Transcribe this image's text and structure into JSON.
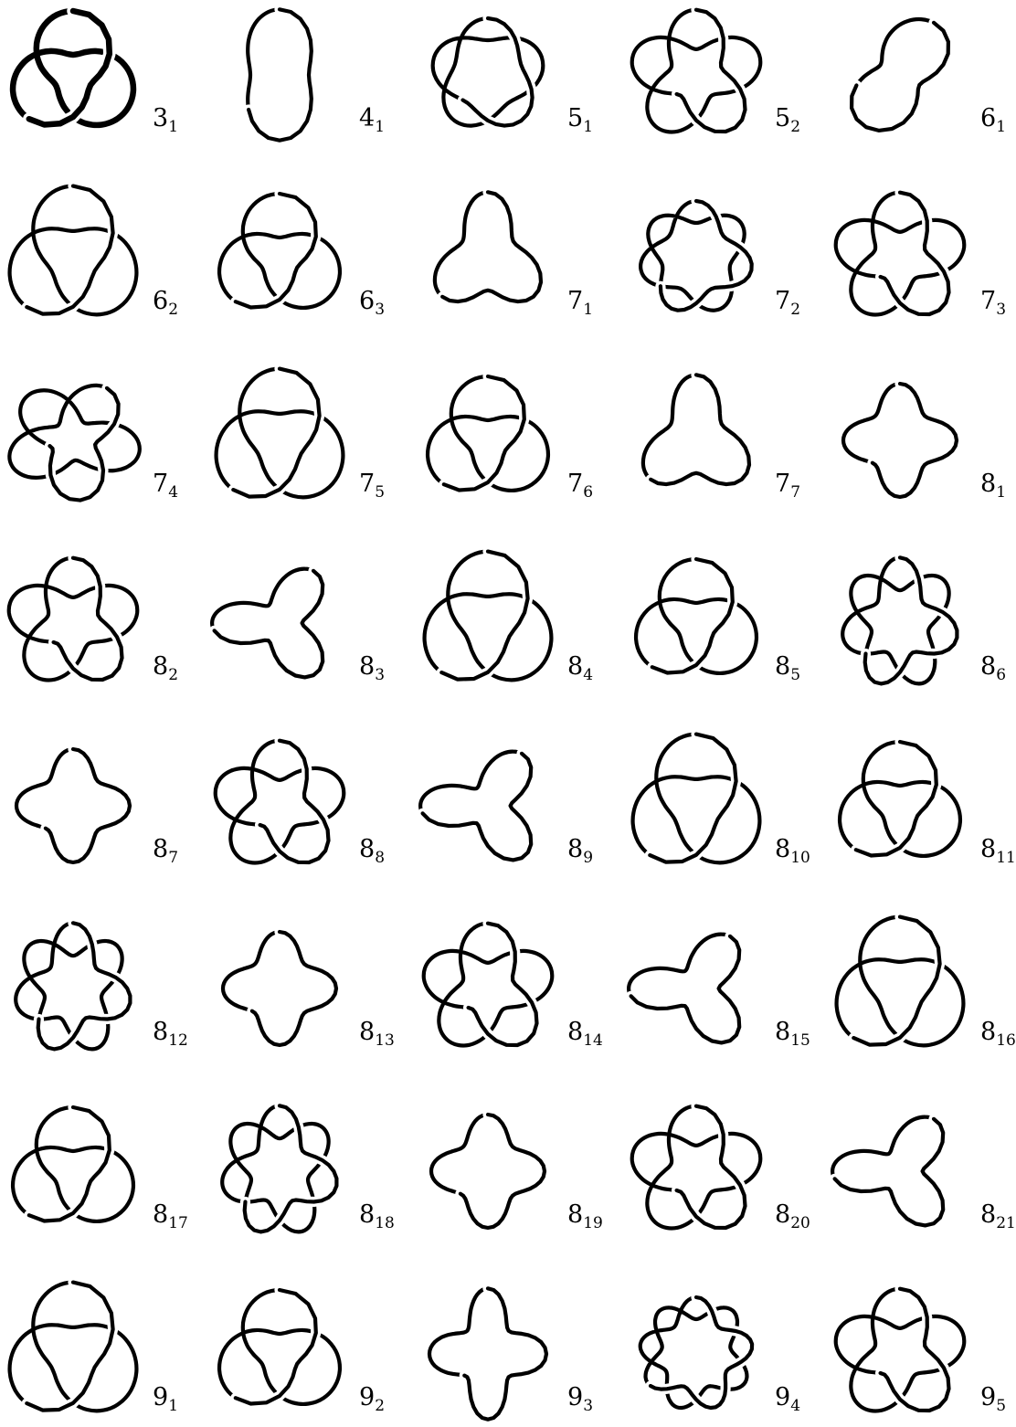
{
  "knot_table": {
    "rows": [
      [
        "3|1",
        "4|1",
        "5|1",
        "5|2",
        "6|1"
      ],
      [
        "6|2",
        "6|3",
        "7|1",
        "7|2",
        "7|3"
      ],
      [
        "7|4",
        "7|5",
        "7|6",
        "7|7",
        "8|1"
      ],
      [
        "8|2",
        "8|3",
        "8|4",
        "8|5",
        "8|6"
      ],
      [
        "8|7",
        "8|8",
        "8|9",
        "8|10",
        "8|11"
      ],
      [
        "8|12",
        "8|13",
        "8|14",
        "8|15",
        "8|16"
      ],
      [
        "8|17",
        "8|18",
        "8|19",
        "8|20",
        "8|21"
      ],
      [
        "9|1",
        "9|2",
        "9|3",
        "9|4",
        "9|5"
      ]
    ],
    "stroke_color": "#000000",
    "background": "#ffffff"
  }
}
